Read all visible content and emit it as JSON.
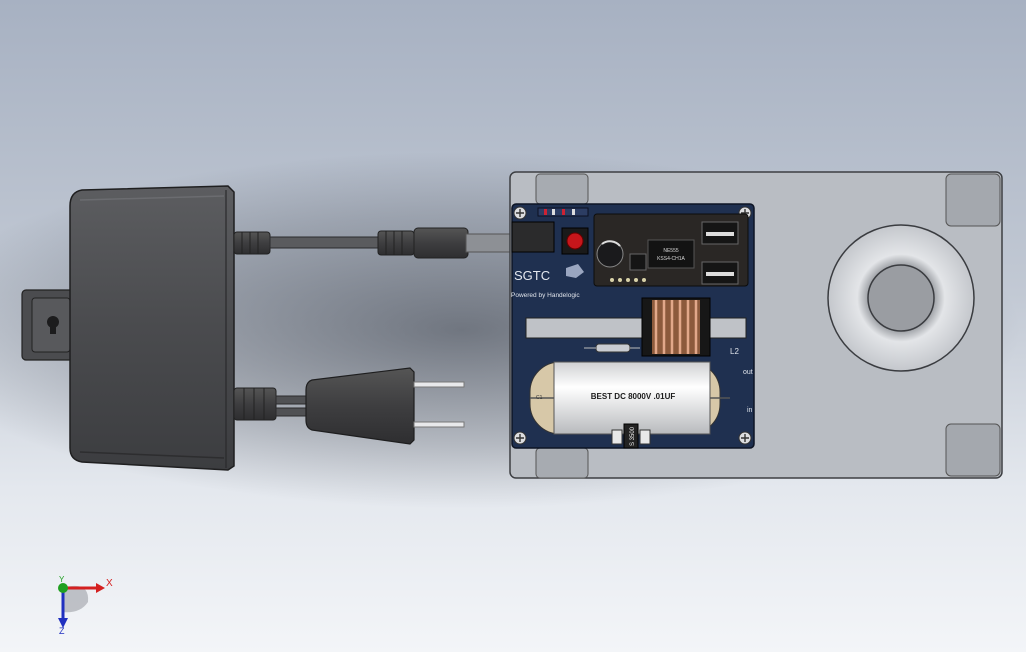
{
  "board": {
    "brand_text": "SGTC",
    "tagline_text": "Powered by Handelogic",
    "capacitor_label": "BEST DC 8000V .01UF",
    "capacitor_lead_label": "C1",
    "chip_label_line1": "NE555",
    "chip_label_line2": "KSS4-CH1A",
    "small_cap_label": "S 3500",
    "l2_label": "L2",
    "out_label": "out",
    "in_label": "in"
  },
  "triad": {
    "x_label": "X",
    "y_label": "Y",
    "z_label": "Z"
  },
  "colors": {
    "background_top": "#a7b1c2",
    "background_bottom": "#f3f5f8",
    "pcb_blue": "#1f3050",
    "enclosure_gray": "#b9bdc3",
    "adapter_dark": "#4a4b4d",
    "axis_x": "#d42020",
    "axis_y": "#20a020",
    "axis_z": "#2030c0"
  }
}
